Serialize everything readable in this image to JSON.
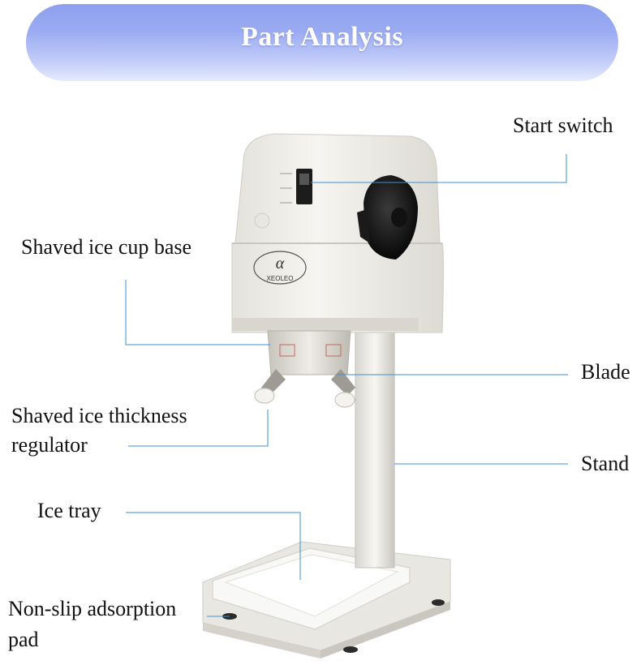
{
  "header": {
    "title": "Part Analysis"
  },
  "labels": {
    "start_switch": "Start switch",
    "cup_base": "Shaved ice cup base",
    "blade": "Blade",
    "thickness_line1": "Shaved ice thickness",
    "thickness_line2": "regulator",
    "stand": "Stand",
    "ice_tray": "Ice tray",
    "pad_line1": "Non-slip adsorption",
    "pad_line2": "pad"
  },
  "logo": {
    "brand": "XEOLEO"
  },
  "colors": {
    "banner": "#9aabf2",
    "leader_line": "#3f8fd6",
    "machine_body": "#f0eeea"
  }
}
